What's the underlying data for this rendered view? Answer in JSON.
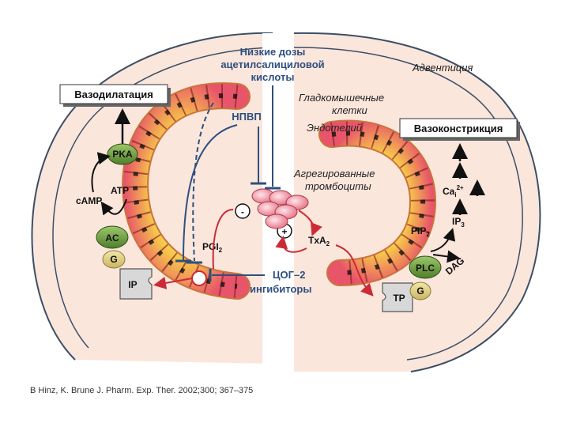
{
  "labels": {
    "low_dose_aspirin": [
      "Низкие дозы",
      "ацетилсалициловой",
      "кислоты"
    ],
    "adventitia": "Адвентиция",
    "smooth_muscle": [
      "Гладкомышечные",
      "клетки"
    ],
    "endothelium": "Эндотелий",
    "vasodilation": "Вазодилатация",
    "vasoconstriction": "Вазоконстрикция",
    "nsaid": "НПВП",
    "aggregated_platelets": [
      "Агрегированные",
      "тромбоциты"
    ],
    "cox2_inhibitors": [
      "ЦОГ–2",
      "ингибиторы"
    ],
    "pka": "PKA",
    "camp": "cAMP",
    "atp": "ATP",
    "ac": "AC",
    "g_left": "G",
    "ip": "IP",
    "pgi2": "PGI",
    "pgi2_sub": "2",
    "txa2": "TxA",
    "txa2_sub": "2",
    "tp": "TP",
    "g_right": "G",
    "plc": "PLC",
    "dag": "DAG",
    "pip2": "PIP",
    "pip2_sub": "2",
    "ip3": "IP",
    "ip3_sub": "3",
    "ca": "Ca",
    "ca_sub": "i",
    "ca_sup": "2+",
    "minus": "-",
    "plus": "+"
  },
  "citation": "B Hinz, K. Brune J. Pharm. Exp. Ther. 2002;300; 367–375",
  "colors": {
    "accent_red": "#cc2a36",
    "label_blue": "#2e4f7f",
    "vessel_fill": "#fbe6dc",
    "cell_yellow": "#f6d34a",
    "cell_pink": "#e8556a",
    "protein_green": "#6c9a3a",
    "receptor_gray": "#d8d8d8"
  }
}
